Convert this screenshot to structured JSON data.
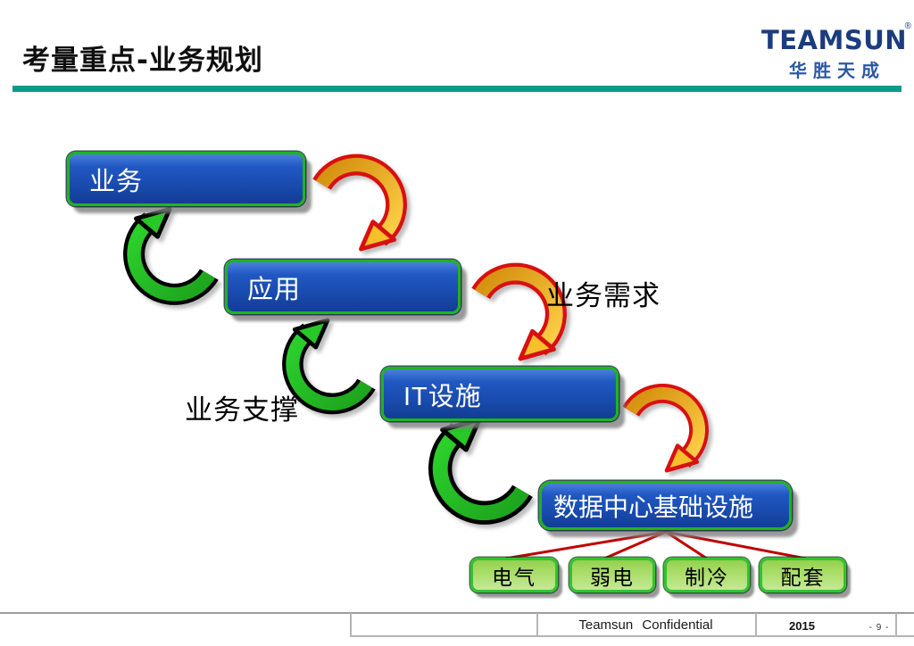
{
  "slide": {
    "title": "考量重点-业务规划",
    "logo": {
      "brand": "TEAMSUN",
      "registered": "®",
      "subbrand": "华胜天成"
    },
    "diagram": {
      "boxes": [
        {
          "label": "业务"
        },
        {
          "label": "应用"
        },
        {
          "label": "IT设施"
        },
        {
          "label": "数据中心基础设施"
        }
      ],
      "annotations": {
        "business_demand": "业务需求",
        "business_support": "业务支撑"
      },
      "children": [
        {
          "label": "电气"
        },
        {
          "label": "弱电"
        },
        {
          "label": "制冷"
        },
        {
          "label": "配套"
        }
      ]
    },
    "footer": {
      "confidential": "Teamsun Confidential",
      "year": "2015",
      "page": "- 9 -"
    },
    "colors": {
      "accent_teal": "#0c9a8d",
      "box_blue": "#1a4cb0",
      "box_border_green": "#1fb41f",
      "child_box_green": "#a9dc68",
      "arrow_orange": "#f0b020",
      "arrow_outline_red": "#d81010",
      "arrow_green": "#25c525",
      "connector_red": "#c00000",
      "logo_blue": "#1b3c7e"
    }
  }
}
